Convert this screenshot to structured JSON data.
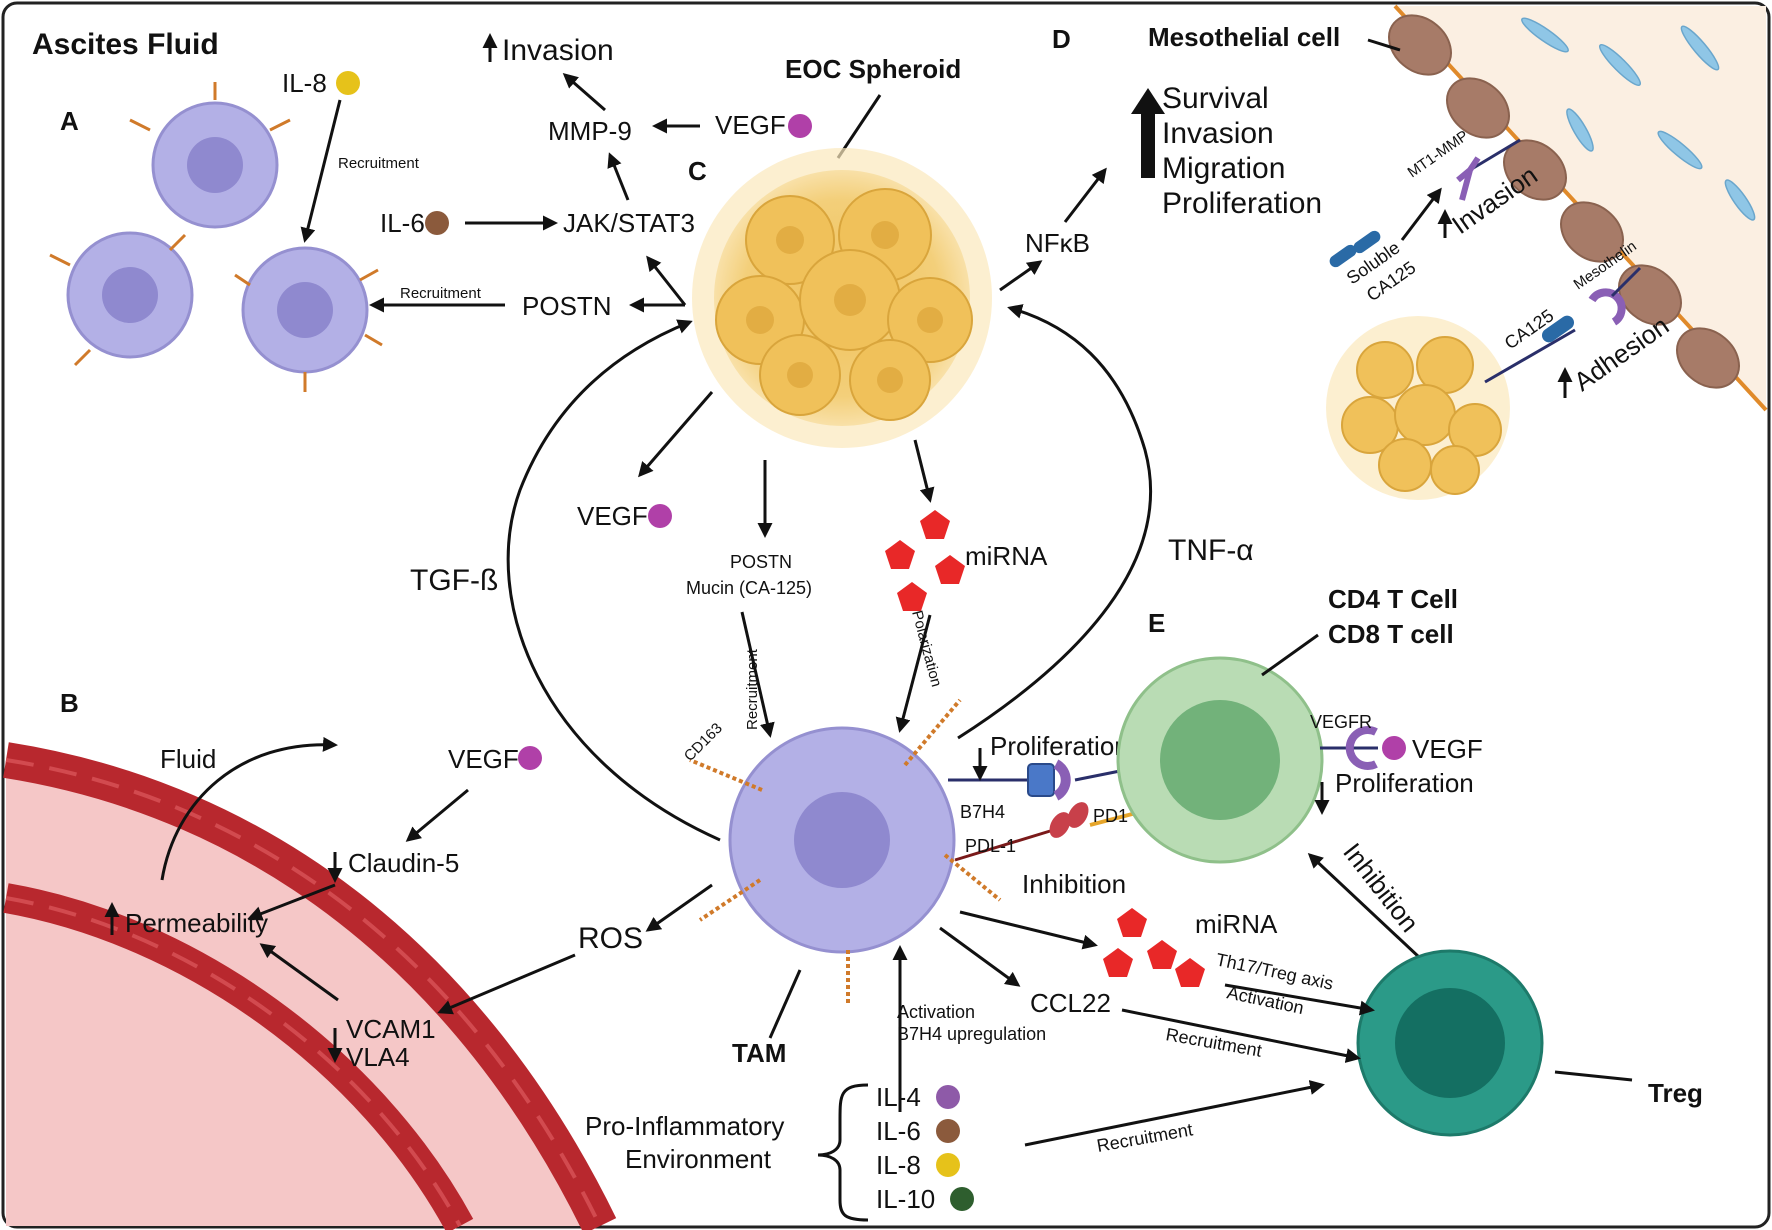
{
  "panels": {
    "title": "Ascites Fluid",
    "A": "A",
    "B": "B",
    "C": "C",
    "D": "D",
    "E": "E"
  },
  "panel_a": {
    "il8": "IL-8",
    "recruitment_1": "Recruitment",
    "recruitment_2": "Recruitment"
  },
  "signaling": {
    "invasion": "Invasion",
    "mmp9": "MMP-9",
    "vegf": "VEGF",
    "il6": "IL-6",
    "jak_stat3": "JAK/STAT3",
    "postn": "POSTN"
  },
  "spheroid": {
    "label": "EOC Spheroid",
    "vegf": "VEGF",
    "postn": "POSTN",
    "mucin": "Mucin (CA-125)",
    "mirna": "miRNA",
    "recruitment": "Recruitment",
    "polarization": "Polarization",
    "tgf": "TGF-ß",
    "tnf": "TNF-α",
    "nfkb": "NFκB"
  },
  "outcomes": [
    "Survival",
    "Invasion",
    "Migration",
    "Proliferation"
  ],
  "panel_d": {
    "mesothelial": "Mesothelial cell",
    "mt1mmp": "MT1-MMP",
    "invasion": "Invasion",
    "soluble": "Soluble",
    "ca125": "CA125",
    "ca125_bound": "CA125",
    "mesothelin": "Mesothelin",
    "adhesion": "Adhesion"
  },
  "panel_b": {
    "fluid": "Fluid",
    "vegf": "VEGF",
    "claudin": "Claudin-5",
    "permeability": "Permeability",
    "ros": "ROS",
    "vcam": "VCAM1",
    "vla": "VLA4"
  },
  "tam": {
    "label": "TAM",
    "cd163": "CD163",
    "b7h4": "B7H4",
    "pdl1": "PDL-1",
    "pd1": "PD1",
    "proliferation": "Proliferation",
    "inhibition": "Inhibition",
    "activation": "Activation",
    "b7h4_up": "B7H4 upregulation",
    "ccl22": "CCL22",
    "mirna": "miRNA"
  },
  "tcell": {
    "cd4": "CD4 T Cell",
    "cd8": "CD8 T cell",
    "vegfr": "VEGFR",
    "vegf": "VEGF",
    "proliferation": "Proliferation",
    "inhibition": "Inhibition"
  },
  "treg": {
    "label": "Treg",
    "th17": "Th17/Treg axis",
    "activation": "Activation",
    "recruitment_1": "Recruitment",
    "recruitment_2": "Recruitment"
  },
  "environment": {
    "line1": "Pro-Inflammatory",
    "line2": "Environment",
    "cytokines": [
      {
        "name": "IL-4",
        "color": "#8e5aa8"
      },
      {
        "name": "IL-6",
        "color": "#8b5a3c"
      },
      {
        "name": "IL-8",
        "color": "#e6c21a"
      },
      {
        "name": "IL-10",
        "color": "#2e5e2e"
      }
    ]
  },
  "colors": {
    "vegf_dot": "#b040a8",
    "il6_dot": "#8b5a3c",
    "il8_dot": "#e6c21a",
    "macrophage": "#b3b0e6",
    "macrophage_nucleus": "#8f89cf",
    "spheroid": "#f2c55a",
    "tcell": "#b9dcb4",
    "treg": "#2b9a88",
    "vessel": "#b8282e",
    "mirna": "#e82828"
  }
}
